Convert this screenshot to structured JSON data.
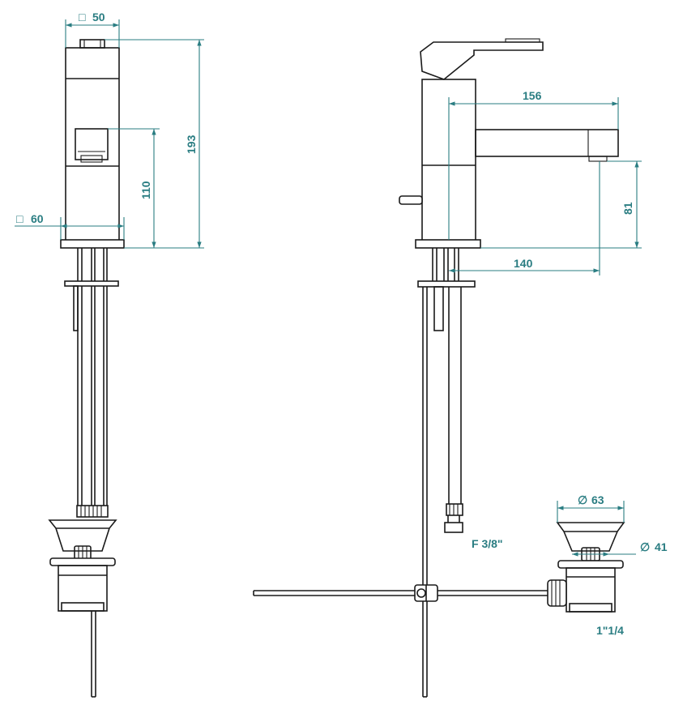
{
  "dimensions": {
    "width_square": "50",
    "base_square": "60",
    "height_total": "193",
    "height_lever": "110",
    "spout_reach": "156",
    "spout_height": "81",
    "spout_offset": "140",
    "drain_diameter_outer": "63",
    "drain_diameter_inner": "41"
  },
  "symbols": {
    "square": "□",
    "diameter": "∅"
  },
  "notes": {
    "hose_connection": "F 3/8\"",
    "drain_thread": "1\"1/4"
  },
  "colors": {
    "dimension": "#2a7d82",
    "outline": "#1a1a1a"
  }
}
